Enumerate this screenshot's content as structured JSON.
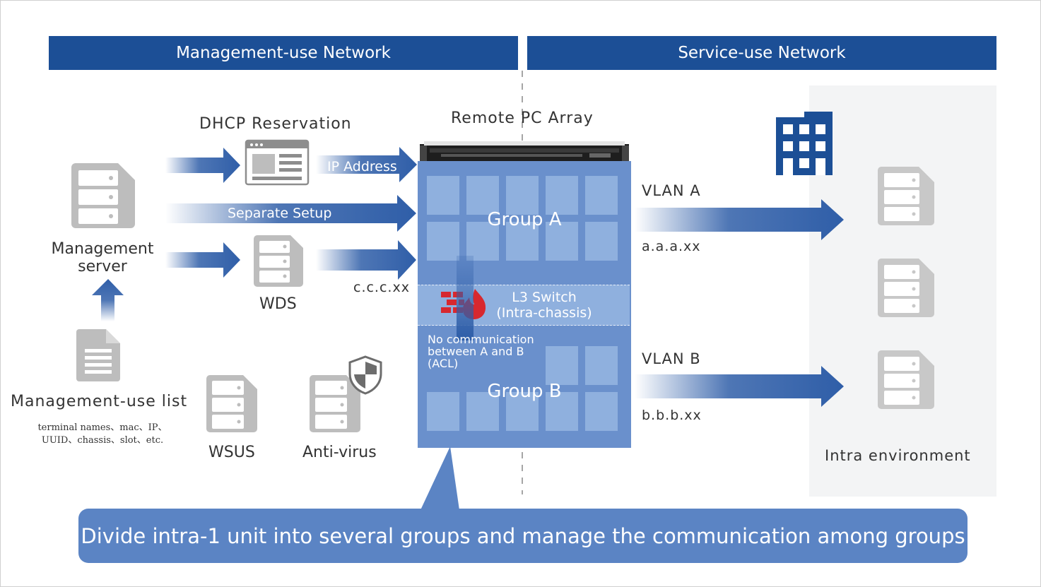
{
  "headers": {
    "management": "Management-use Network",
    "service": "Service-use Network"
  },
  "left": {
    "dhcp_label": "DHCP Reservation",
    "ip_address_label": "IP Address",
    "separate_setup_label": "Separate Setup",
    "management_server_label": "Management\nserver",
    "wds_label": "WDS",
    "wds_ip": "c.c.c.xx",
    "management_list_label": "Management-use list",
    "management_list_detail": "terminal names、mac、IP、\nUUID、chassis、slot、etc.",
    "wsus_label": "WSUS",
    "antivirus_label": "Anti-virus"
  },
  "array": {
    "title": "Remote PC Array",
    "group_a": "Group A",
    "group_b": "Group B",
    "switch_label": "L3 Switch\n(Intra-chassis)",
    "acl_note": "No communication\nbetween A and B\n(ACL)"
  },
  "right": {
    "vlan_a": "VLAN A",
    "vlan_a_ip": "a.a.a.xx",
    "vlan_b": "VLAN B",
    "vlan_b_ip": "b.b.b.xx",
    "intra_label": "Intra environment"
  },
  "callout": "Divide intra-1 unit into several groups and manage the communication among groups",
  "icons": [
    "server-icon",
    "document-icon",
    "browser-window-icon",
    "building-icon",
    "firewall-icon",
    "shield-icon"
  ],
  "colors": {
    "header_blue": "#1c4f96",
    "arrow_blue": "#2f5ea8",
    "panel_blue": "#6a90cc",
    "callout_blue": "#5b84c4",
    "icon_gray": "#bdbdbd",
    "firewall_red": "#d7282f"
  }
}
